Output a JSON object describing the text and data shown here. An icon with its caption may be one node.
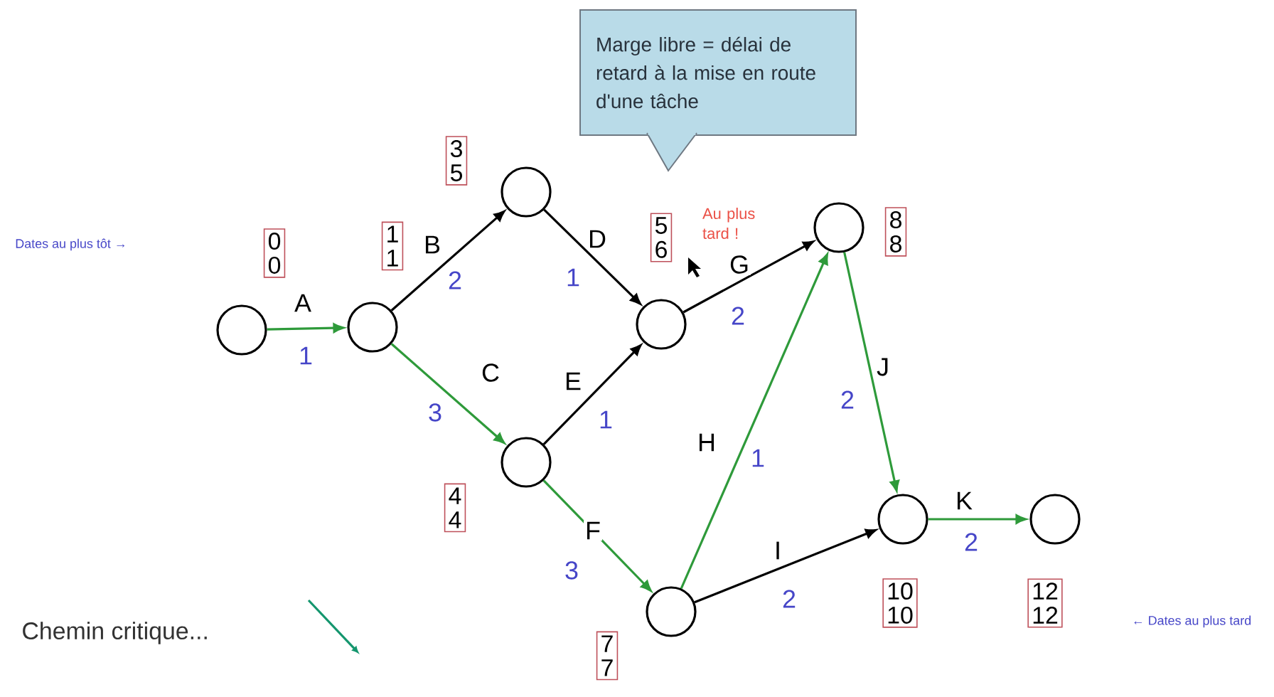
{
  "diagram": {
    "nodes": [
      {
        "text": [],
        "shape": "circle"
      },
      {
        "text": [],
        "shape": "circle"
      },
      {
        "text": [],
        "shape": "circle"
      },
      {
        "text": [],
        "shape": "circle"
      },
      {
        "text": [],
        "shape": "circle"
      },
      {
        "text": [],
        "shape": "circle"
      },
      {
        "text": [],
        "shape": "circle"
      },
      {
        "text": [],
        "shape": "circle"
      },
      {
        "text": [],
        "shape": "circle"
      },
      {
        "text": [
          "Marge libre = délai de retard à la mise en route d'une tâche"
        ]
      },
      {
        "text": [
          "0",
          "0"
        ]
      },
      {
        "text": [
          "1",
          "1"
        ]
      },
      {
        "text": [
          "3",
          "5"
        ]
      },
      {
        "text": [
          "5",
          "6"
        ]
      },
      {
        "text": [
          "8",
          "8"
        ]
      },
      {
        "text": [
          "4",
          "4"
        ]
      },
      {
        "text": [
          "7",
          "7"
        ]
      },
      {
        "text": [
          "10",
          "10"
        ]
      },
      {
        "text": [
          "12",
          "12"
        ]
      }
    ],
    "edges": [
      {
        "from": 0,
        "to": 1,
        "arrow": "to",
        "label": "A"
      },
      {
        "from": 1,
        "to": 2,
        "arrow": "to",
        "label": "B",
        "color": "#000000"
      },
      {
        "from": 1,
        "to": 5,
        "arrow": "to",
        "label": "C"
      },
      {
        "from": 2,
        "to": 3,
        "arrow": "to",
        "label": "D",
        "color": "#000000"
      },
      {
        "from": 5,
        "to": 3,
        "arrow": "to",
        "label": "E",
        "color": "#000000"
      },
      {
        "from": 5,
        "to": 6,
        "arrow": "to",
        "label": "F"
      },
      {
        "from": 3,
        "to": 4,
        "arrow": "to",
        "label": "G",
        "color": "#000000"
      },
      {
        "from": 6,
        "to": 4,
        "arrow": "to",
        "label": "H"
      },
      {
        "from": 6,
        "to": 7,
        "arrow": "to",
        "label": "I",
        "color": "#000000"
      },
      {
        "from": 4,
        "to": 7,
        "arrow": "to",
        "label": "J"
      },
      {
        "from": 7,
        "to": 8,
        "arrow": "to",
        "label": "K"
      }
    ],
    "labels": [
      "Dates au plus tôt →",
      "Au plus tard !",
      "← Dates au plus tard",
      "1",
      "2",
      "3",
      "1",
      "1",
      "3",
      "2",
      "1",
      "2",
      "2",
      "2"
    ],
    "legend": [
      {
        "text": "Chemin critique..."
      }
    ]
  }
}
